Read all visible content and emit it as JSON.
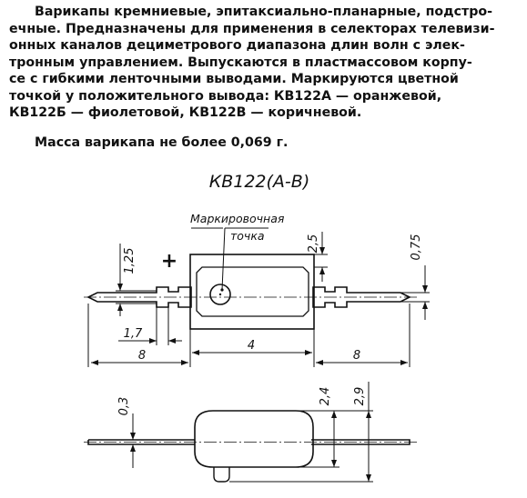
{
  "description": {
    "lines": [
      "Варикапы кремниевые, эпитаксиально-планарные, подстро-",
      "ечные. Предназначены для применения в селекторах телевизи-",
      "онных каналов дециметрового диапазона длин волн с элек-",
      "тронным управлением. Выпускаются в пластмассовом корпу-",
      "се с гибкими ленточными выводами. Маркируются цветной",
      "точкой у положительного вывода: КВ122А — оранжевой,",
      "КВ122Б — фиолетовой, КВ122В — коричневой."
    ],
    "mass": "Масса варикапа не более 0,069 г."
  },
  "drawing": {
    "title": "КВ122(А-В)",
    "marking_label_1": "Маркировочная",
    "marking_label_2": "точка",
    "polarity": "+",
    "dims": {
      "d_125": "1,25",
      "d_25": "2,5",
      "d_075": "0,75",
      "d_17": "1,7",
      "d_8_left": "8",
      "d_4": "4",
      "d_8_right": "8",
      "d_03": "0,3",
      "d_24": "2,4",
      "d_29": "2,9"
    }
  }
}
